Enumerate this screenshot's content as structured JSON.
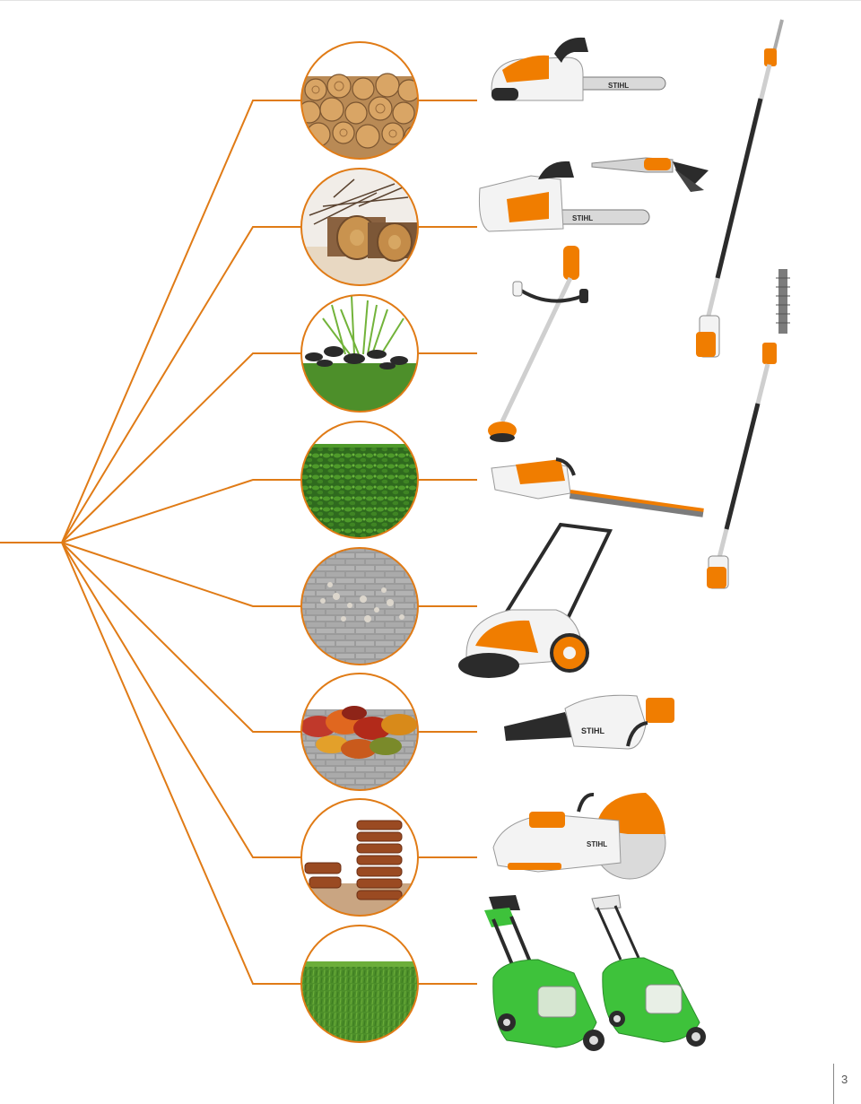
{
  "brand": {
    "line_color": "#e07b16",
    "orange": "#f07d00",
    "white_body": "#f3f3f3",
    "dark": "#2b2b2b",
    "grey": "#cfcfcf",
    "mower_green": "#3ec23b",
    "mower_light": "#8fd67b",
    "logo_text": "STIHL"
  },
  "page": {
    "number": "3"
  },
  "applications": [
    {
      "id": "firewood",
      "icon": "firewood-icon",
      "products": [
        "battery-chainsaw"
      ]
    },
    {
      "id": "branches-logs",
      "icon": "logs-icon",
      "products": [
        "battery-chainsaw-top",
        "battery-pruner"
      ]
    },
    {
      "id": "grass-edges",
      "icon": "tall-grass-icon",
      "products": [
        "battery-brushcutter"
      ]
    },
    {
      "id": "hedge",
      "icon": "hedge-icon",
      "products": [
        "battery-hedge-trimmer"
      ]
    },
    {
      "id": "paving-debris",
      "icon": "paving-icon",
      "products": [
        "sweeper"
      ]
    },
    {
      "id": "autumn-leaves",
      "icon": "leaves-icon",
      "products": [
        "battery-blower"
      ]
    },
    {
      "id": "roof-tiles",
      "icon": "tiles-icon",
      "products": [
        "battery-cut-off-saw"
      ]
    },
    {
      "id": "lawn",
      "icon": "lawn-icon",
      "products": [
        "battery-lawn-mower",
        "battery-lawn-mower-small"
      ]
    }
  ],
  "side_products": [
    "pole-pruner",
    "long-reach-hedge-trimmer"
  ]
}
